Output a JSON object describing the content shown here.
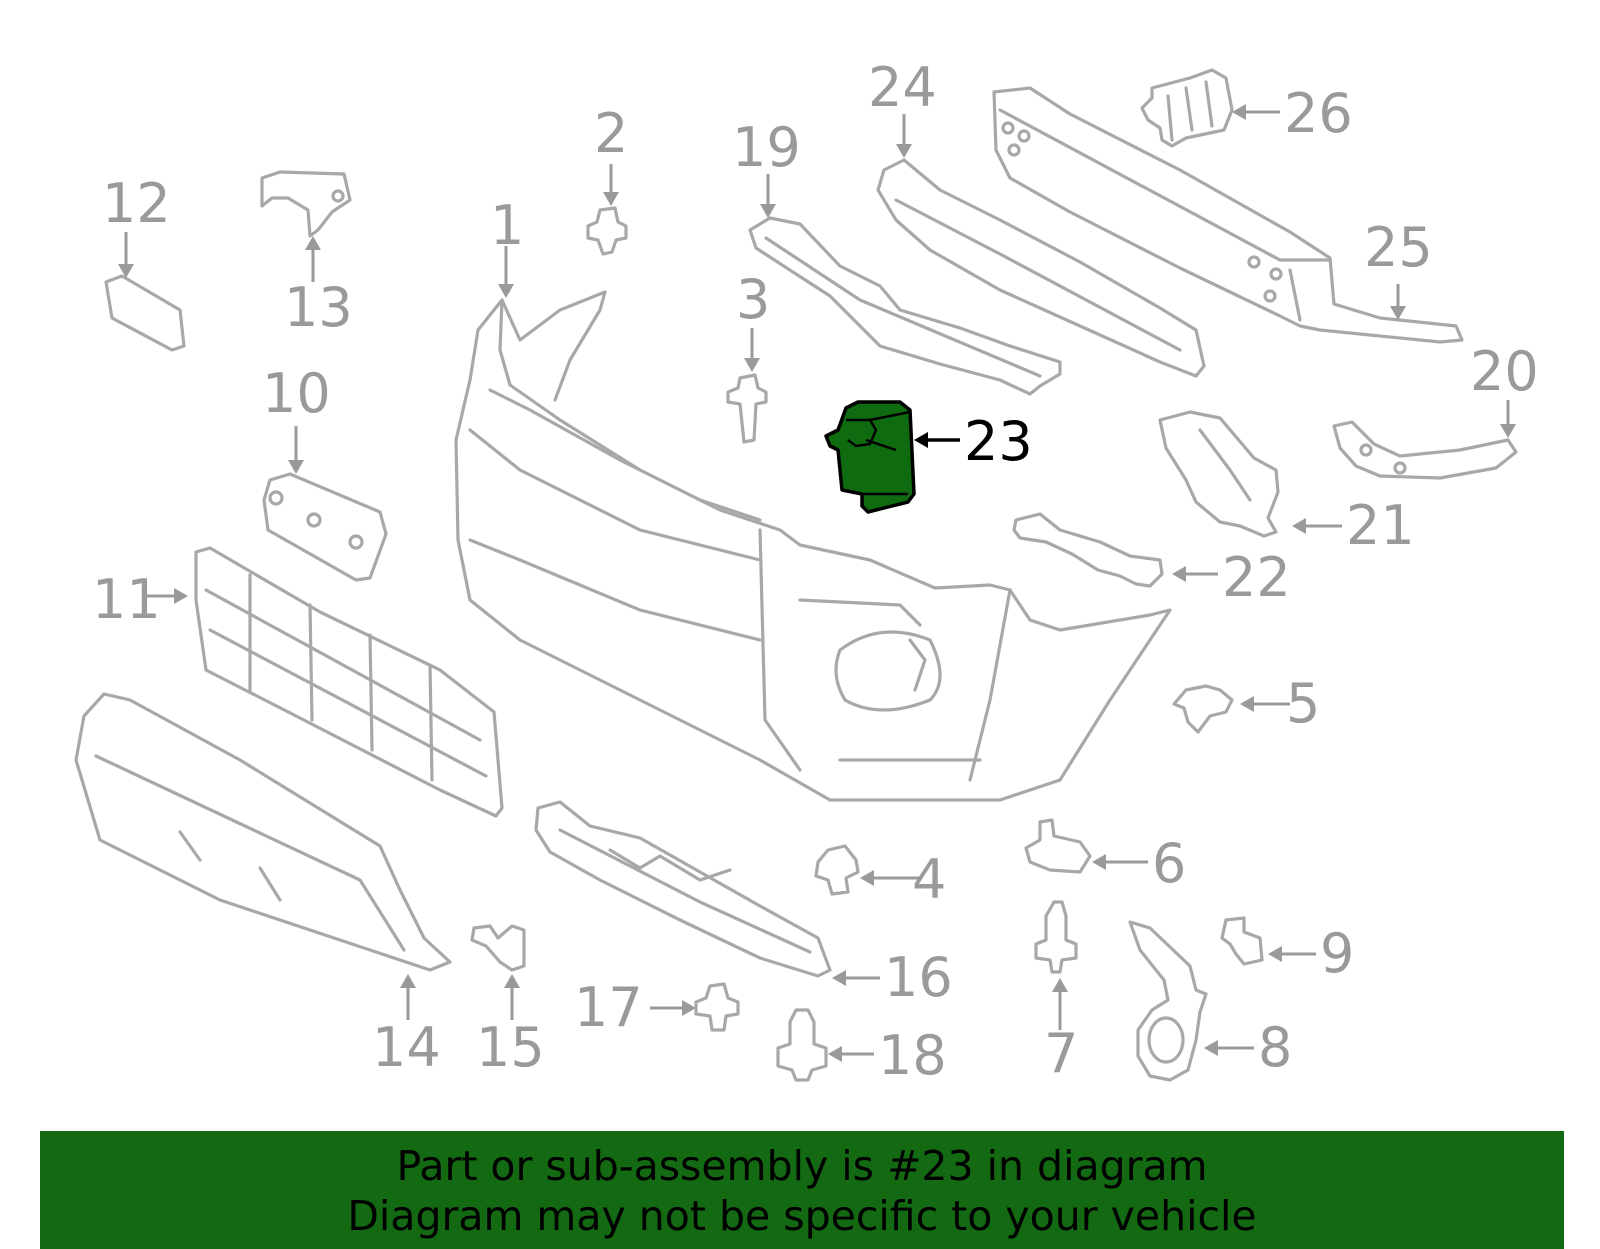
{
  "callouts": {
    "c1": "1",
    "c2": "2",
    "c3": "3",
    "c4": "4",
    "c5": "5",
    "c6": "6",
    "c7": "7",
    "c8": "8",
    "c9": "9",
    "c10": "10",
    "c11": "11",
    "c12": "12",
    "c13": "13",
    "c14": "14",
    "c15": "15",
    "c16": "16",
    "c17": "17",
    "c18": "18",
    "c19": "19",
    "c20": "20",
    "c21": "21",
    "c22": "22",
    "c23": "23",
    "c24": "24",
    "c25": "25",
    "c26": "26"
  },
  "highlighted_part": "23",
  "colors": {
    "highlight": "#0f6b0f",
    "banner": "#136a12",
    "line": "#a8a8a8"
  },
  "banner": {
    "line1": "Part or sub-assembly is #23 in diagram",
    "line2": "Diagram may not be specific to your vehicle"
  }
}
